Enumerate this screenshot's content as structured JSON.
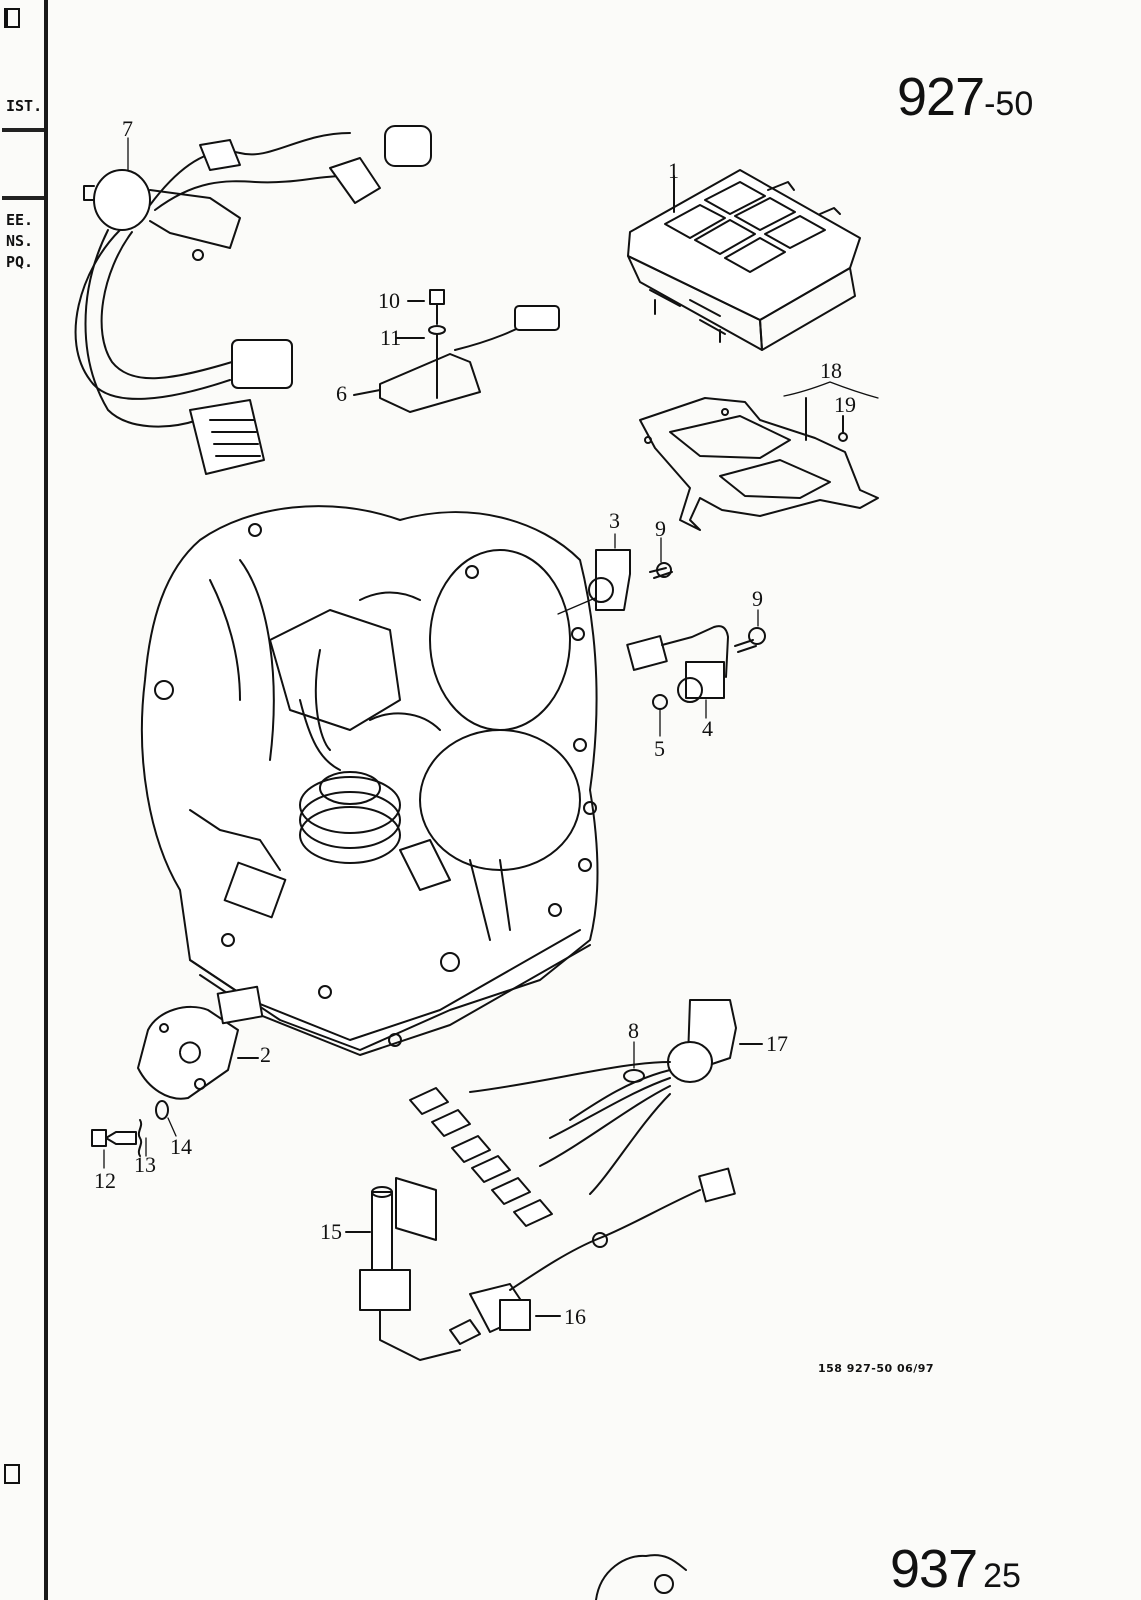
{
  "page": {
    "number": "927",
    "suffix": "-50",
    "next_number": "937",
    "next_suffix": "25",
    "ref_code": "158   927-50   06/97"
  },
  "margin": {
    "labels": [
      "IST.",
      "EE.",
      "NS.",
      "PQ."
    ]
  },
  "callouts": [
    "1",
    "2",
    "3",
    "4",
    "5",
    "6",
    "7",
    "8",
    "9",
    "9",
    "10",
    "11",
    "12",
    "13",
    "14",
    "15",
    "16",
    "17",
    "18",
    "19"
  ]
}
